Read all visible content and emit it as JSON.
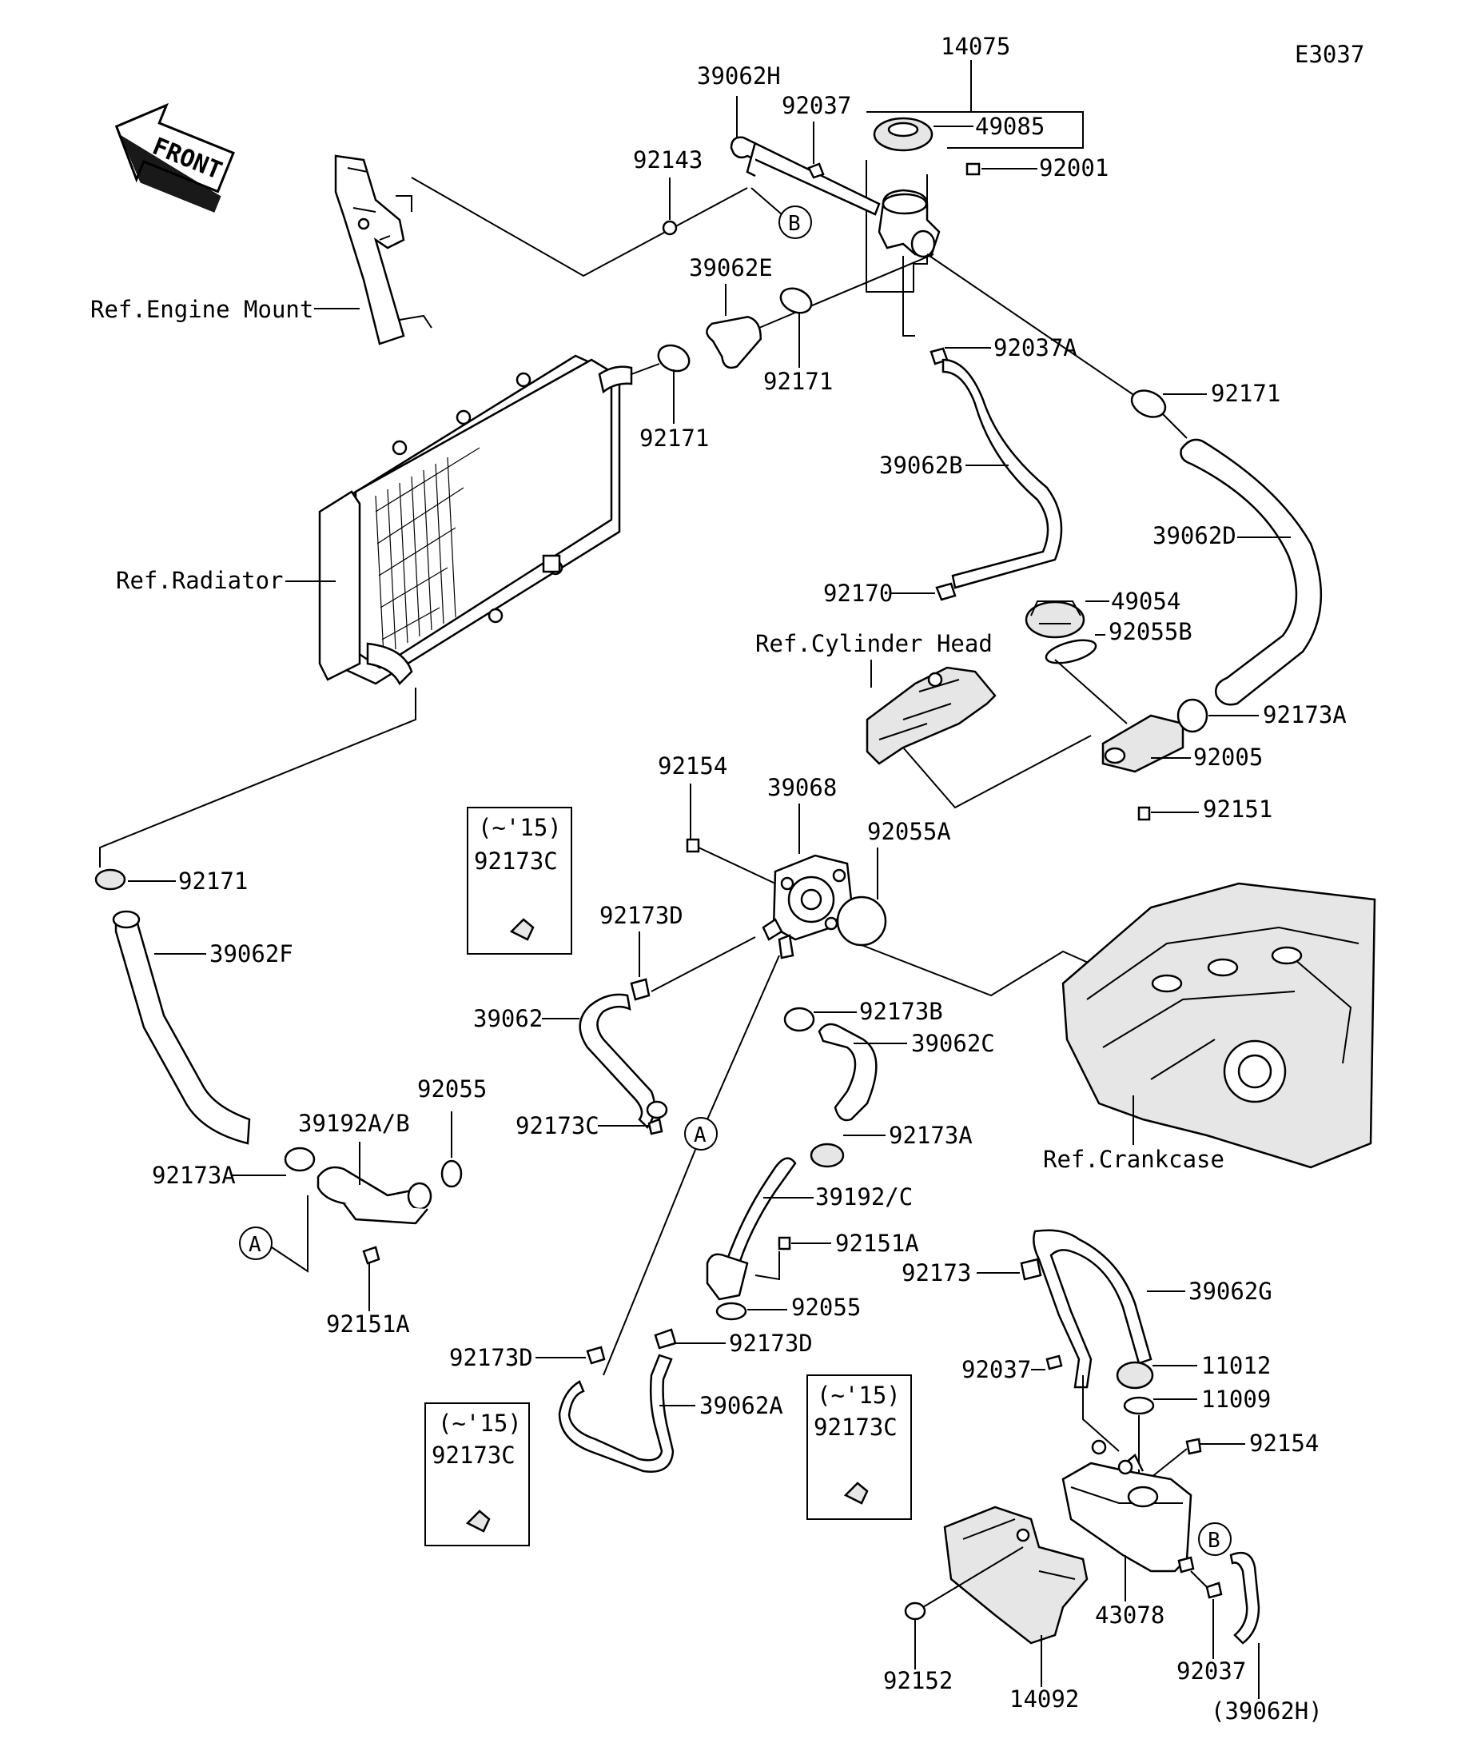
{
  "diagram_code": "E3037",
  "front_label": "FRONT",
  "labels": {
    "p14075": "14075",
    "p49085": "49085",
    "p92001": "92001",
    "p39062H": "39062H",
    "p92037_top": "92037",
    "p92143": "92143",
    "ref_engine_mount": "Ref.Engine Mount",
    "p39062E": "39062E",
    "p92171_a": "92171",
    "p92171_b": "92171",
    "p92037A": "92037A",
    "p92171_c": "92171",
    "p39062B": "39062B",
    "p39062D": "39062D",
    "ref_radiator": "Ref.Radiator",
    "p92170": "92170",
    "p49054": "49054",
    "p92055B": "92055B",
    "ref_cylinder_head": "Ref.Cylinder Head",
    "p92173A_top": "92173A",
    "p92005": "92005",
    "p92151": "92151",
    "p92154_top": "92154",
    "p39068": "39068",
    "p92055A": "92055A",
    "p92171_d": "92171",
    "p92173D_a": "92173D",
    "p39062F": "39062F",
    "p39062": "39062",
    "p92173B": "92173B",
    "p39062C": "39062C",
    "p92173C_mid": "92173C",
    "p92173A_mid": "92173A",
    "p92055_left": "92055",
    "p39192AB": "39192A/B",
    "p92173A_left": "92173A",
    "p39192C": "39192/C",
    "p92151A_mid": "92151A",
    "p92055_mid": "92055",
    "p92151A_left": "92151A",
    "p92173D_b": "92173D",
    "p92173D_c": "92173D",
    "p39062A": "39062A",
    "p92173": "92173",
    "p39062G": "39062G",
    "p92037_res": "92037",
    "p11012": "11012",
    "p11009": "11009",
    "p92154_res": "92154",
    "p43078": "43078",
    "p92037_bottom": "92037",
    "p39062H_paren": "(39062H)",
    "p92152": "92152",
    "p14092": "14092",
    "ref_crankcase": "Ref.Crankcase"
  },
  "variant_boxes": [
    {
      "year": "(~'15)",
      "part": "92173C"
    },
    {
      "year": "(~'15)",
      "part": "92173C"
    },
    {
      "year": "(~'15)",
      "part": "92173C"
    }
  ],
  "connection_marks": {
    "A": "A",
    "B": "B"
  }
}
